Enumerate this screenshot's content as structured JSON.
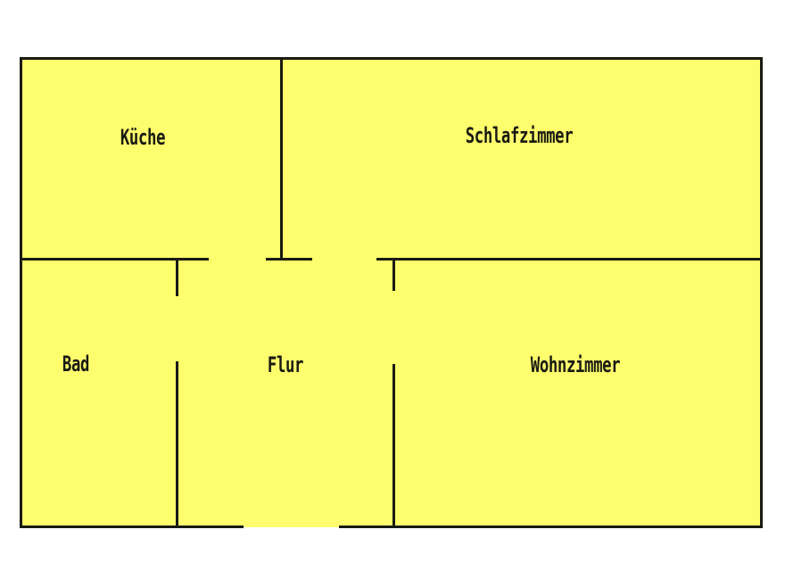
{
  "diagram": {
    "type": "floor-plan",
    "fill_color": "#fdfd6e",
    "wall_color": "#1a1a14",
    "background_color": "#ffffff",
    "rooms": [
      {
        "id": "kueche",
        "label": "Küche"
      },
      {
        "id": "schlafzimmer",
        "label": "Schlafzimmer"
      },
      {
        "id": "bad",
        "label": "Bad"
      },
      {
        "id": "flur",
        "label": "Flur"
      },
      {
        "id": "wohnzimmer",
        "label": "Wohnzimmer"
      }
    ]
  }
}
